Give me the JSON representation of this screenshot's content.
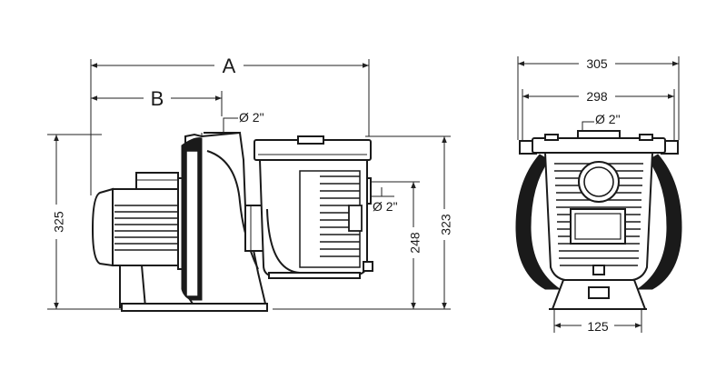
{
  "side_view": {
    "dim_a": "A",
    "dim_b": "B",
    "outlet_diameter": "Ø 2\"",
    "inlet_diameter": "Ø 2\"",
    "height_total": "325",
    "height_inlet": "248",
    "height_basket": "323"
  },
  "front_view": {
    "width_outer": "305",
    "width_inner": "298",
    "outlet_diameter": "Ø 2\"",
    "base_width": "125"
  }
}
